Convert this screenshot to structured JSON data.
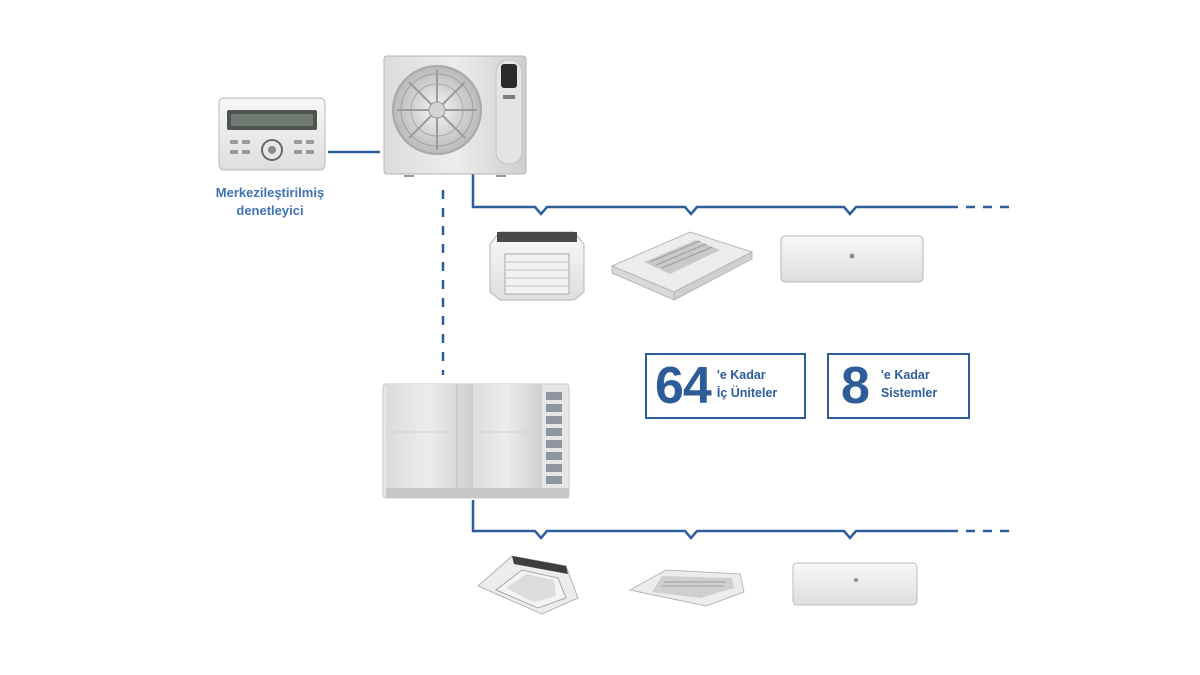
{
  "controller": {
    "label_line1": "Merkezileştirilmiş",
    "label_line2": "denetleyici"
  },
  "stats": [
    {
      "number": "64",
      "line1": "'e Kadar",
      "line2": "İç Üniteler"
    },
    {
      "number": "8",
      "line1": "'e Kadar",
      "line2": "Sistemler"
    }
  ],
  "colors": {
    "line": "#2d5d99",
    "text": "#3f73b3"
  }
}
